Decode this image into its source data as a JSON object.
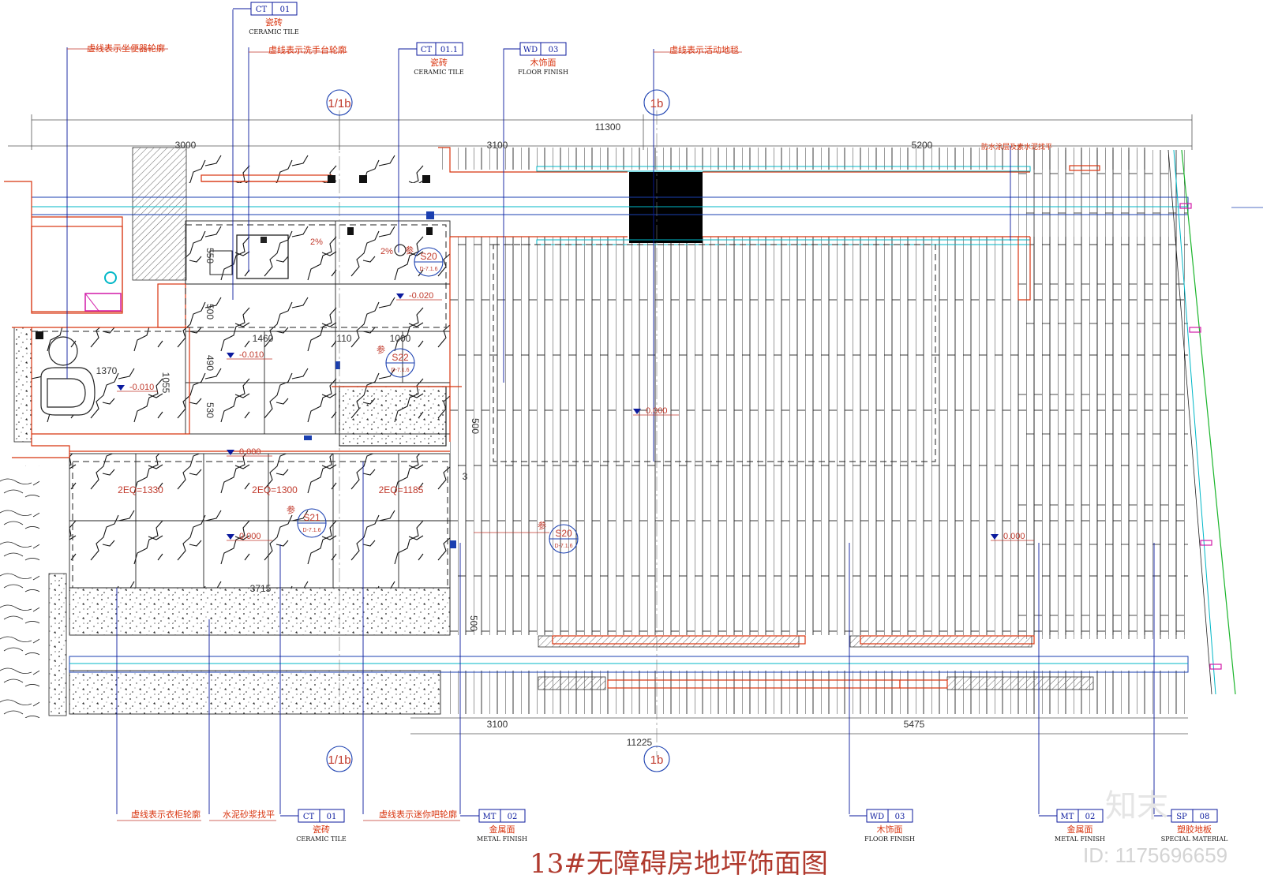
{
  "title": "13#无障碍房地坪饰面图",
  "watermark": {
    "logo": "知末",
    "id": "ID: 1175696659"
  },
  "colors": {
    "red": "#d8340f",
    "blue": "#0b1a9e",
    "cyan": "#00b7c7",
    "magenta": "#d21aa8",
    "green": "#1bb52b"
  },
  "grid_bubbles": {
    "left": "1/1b",
    "right": "1b"
  },
  "dimensions": {
    "overall_top": "11300",
    "overall_bottom": "11225",
    "top_left": "3000",
    "top_mid": "3100",
    "top_right": "5200",
    "bottom_mid": "3100",
    "bottom_right": "5475",
    "d1370": "1370",
    "d1055": "1055",
    "d1460": "1460",
    "d110": "110",
    "d1000": "1000",
    "d500a": "500",
    "d490": "490",
    "d530": "530",
    "d500b": "500",
    "d500c": "500",
    "eq1": "2EQ=1330",
    "eq2": "2EQ=1300",
    "eq3": "2EQ=1185",
    "d3715": "3715",
    "d3": "3",
    "d550": "550"
  },
  "levels": [
    "-0.020",
    "-0.010",
    "-0.010",
    "0.000",
    "0.000",
    "0.000",
    "0.000"
  ],
  "slope": "2%",
  "detail_refs": [
    {
      "ref_prefix": "参",
      "id": "S20",
      "sheet": "D-7.1.6"
    },
    {
      "ref_prefix": "参",
      "id": "S21",
      "sheet": "D-7.1.6"
    },
    {
      "ref_prefix": "参",
      "id": "S22",
      "sheet": "D-7.1.6"
    },
    {
      "ref_prefix": "参",
      "id": "S20",
      "sheet": "D-7.1.6"
    }
  ],
  "notes": {
    "toilet": "虚线表示坐便器轮廓",
    "basin": "虚线表示洗手台轮廓",
    "carpet": "虚线表示活动地毯",
    "waterproof": "防水涂层及素水泥找平",
    "wardrobe": "虚线表示衣柜轮廓",
    "screed": "水泥砂浆找平",
    "minibar": "虚线表示迷你吧轮廓"
  },
  "material_tags": [
    {
      "code": "CT",
      "num": "01",
      "cn": "瓷砖",
      "en": "CERAMIC TILE"
    },
    {
      "code": "CT",
      "num": "01.1",
      "cn": "瓷砖",
      "en": "CERAMIC TILE"
    },
    {
      "code": "WD",
      "num": "03",
      "cn": "木饰面",
      "en": "FLOOR FINISH"
    },
    {
      "code": "CT",
      "num": "01",
      "cn": "瓷砖",
      "en": "CERAMIC TILE"
    },
    {
      "code": "MT",
      "num": "02",
      "cn": "金属面",
      "en": "METAL FINISH"
    },
    {
      "code": "WD",
      "num": "03",
      "cn": "木饰面",
      "en": "FLOOR FINISH"
    },
    {
      "code": "MT",
      "num": "02",
      "cn": "金属面",
      "en": "METAL FINISH"
    },
    {
      "code": "SP",
      "num": "08",
      "cn": "塑胶地板",
      "en": "SPECIAL MATERIAL"
    }
  ]
}
